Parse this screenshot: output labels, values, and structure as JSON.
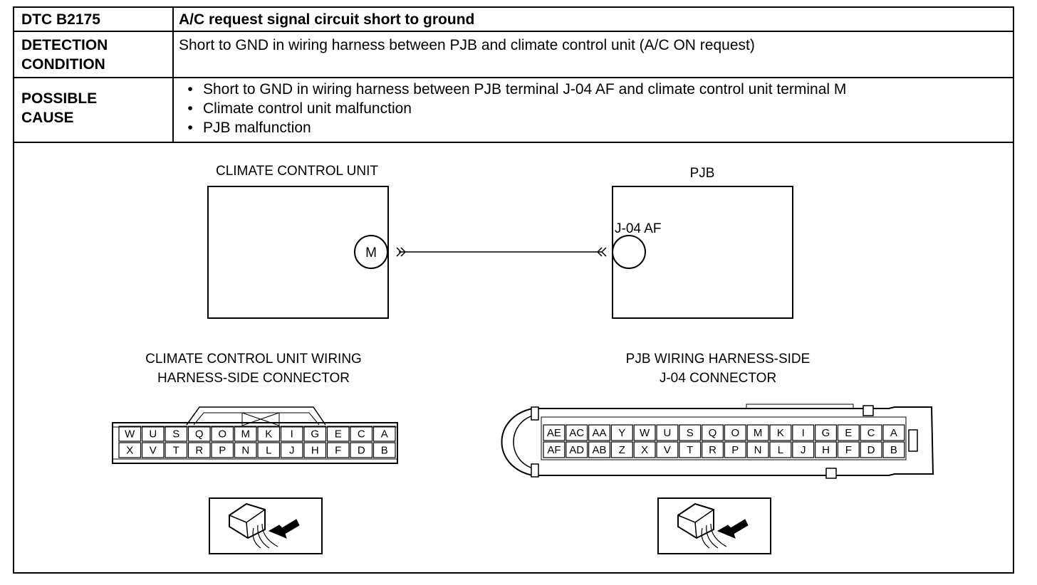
{
  "table": {
    "rows": [
      {
        "label": "DTC B2175",
        "text": "A/C request signal circuit short to ground"
      },
      {
        "label_lines": [
          "DETECTION",
          "CONDITION"
        ],
        "text": "Short to GND in wiring harness between PJB and climate control unit (A/C ON request)"
      },
      {
        "label_lines": [
          "POSSIBLE",
          "CAUSE"
        ],
        "bullets": [
          "Short to GND in wiring harness between PJB terminal J-04 AF and climate control unit terminal M",
          "Climate control unit malfunction",
          "PJB malfunction"
        ]
      }
    ]
  },
  "diagram": {
    "left_unit": {
      "title": "CLIMATE CONTROL UNIT",
      "terminal": "M"
    },
    "right_unit": {
      "title": "PJB",
      "terminal": "J-04 AF"
    },
    "left_connector": {
      "title_lines": [
        "CLIMATE CONTROL UNIT WIRING",
        "HARNESS-SIDE CONNECTOR"
      ],
      "top_row": [
        "W",
        "U",
        "S",
        "Q",
        "O",
        "M",
        "K",
        "I",
        "G",
        "E",
        "C",
        "A"
      ],
      "bottom_row": [
        "X",
        "V",
        "T",
        "R",
        "P",
        "N",
        "L",
        "J",
        "H",
        "F",
        "D",
        "B"
      ]
    },
    "right_connector": {
      "title_lines": [
        "PJB WIRING HARNESS-SIDE",
        "J-04 CONNECTOR"
      ],
      "top_row": [
        "AE",
        "AC",
        "AA",
        "Y",
        "W",
        "U",
        "S",
        "Q",
        "O",
        "M",
        "K",
        "I",
        "G",
        "E",
        "C",
        "A"
      ],
      "bottom_row": [
        "AF",
        "AD",
        "AB",
        "Z",
        "X",
        "V",
        "T",
        "R",
        "P",
        "N",
        "L",
        "J",
        "H",
        "F",
        "D",
        "B"
      ]
    }
  }
}
